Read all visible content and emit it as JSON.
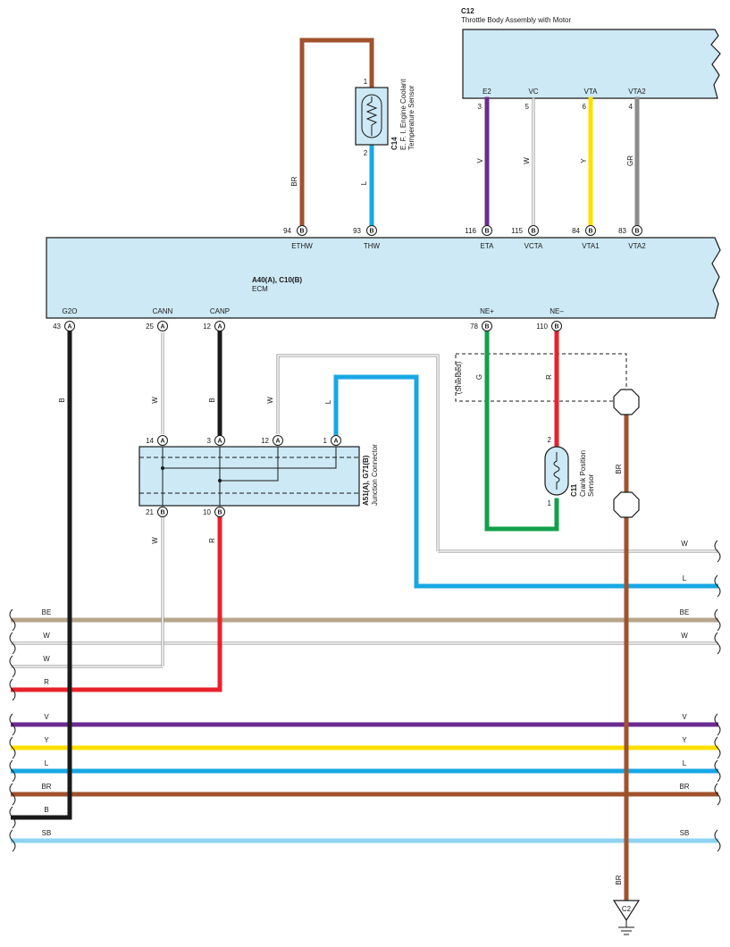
{
  "colors": {
    "BR": "#a0522d",
    "L": "#19a7e3",
    "V": "#6a2c91",
    "W": "#ffffff",
    "Y": "#ffe000",
    "GR": "#8c8c8c",
    "B": "#1a1a1a",
    "G": "#12a04b",
    "R": "#e8222b",
    "BE": "#b5a68c",
    "SB": "#8fd3f2",
    "box": "#cce9f5"
  },
  "c12": {
    "code": "C12",
    "name": "Throttle Body Assembly with Motor",
    "terms": [
      "E2",
      "VC",
      "VTA",
      "VTA2"
    ],
    "pins": [
      "3",
      "5",
      "6",
      "4"
    ],
    "wires": [
      "V",
      "W",
      "Y",
      "GR"
    ]
  },
  "c14": {
    "code": "C14",
    "name1": "E. F. I.  Engine Coolant",
    "name2": "Temperature Sensor",
    "pin_top": "1",
    "pin_bottom": "2",
    "wire_top": "BR",
    "wire_bottom": "L"
  },
  "ecm": {
    "code": "A40(A), C10(B)",
    "name": "ECM",
    "top_pins": [
      {
        "num": "94",
        "conn": "B",
        "label": "ETHW"
      },
      {
        "num": "93",
        "conn": "B",
        "label": "THW"
      },
      {
        "num": "116",
        "conn": "B",
        "label": "ETA"
      },
      {
        "num": "115",
        "conn": "B",
        "label": "VCTA"
      },
      {
        "num": "84",
        "conn": "B",
        "label": "VTA1"
      },
      {
        "num": "83",
        "conn": "B",
        "label": "VTA2"
      }
    ],
    "bottom_pins": [
      {
        "num": "43",
        "conn": "A",
        "label": "G2O"
      },
      {
        "num": "25",
        "conn": "A",
        "label": "CANN"
      },
      {
        "num": "12",
        "conn": "A",
        "label": "CANP"
      },
      {
        "num": "78",
        "conn": "B",
        "label": "NE+"
      },
      {
        "num": "110",
        "conn": "B",
        "label": "NE–"
      }
    ]
  },
  "junction": {
    "code": "A51(A), G71(B)",
    "name": "Junction Connector",
    "top_pins": [
      {
        "num": "14",
        "conn": "A"
      },
      {
        "num": "3",
        "conn": "A"
      },
      {
        "num": "12",
        "conn": "A"
      },
      {
        "num": "1",
        "conn": "A"
      }
    ],
    "bottom_pins": [
      {
        "num": "21",
        "conn": "B"
      },
      {
        "num": "10",
        "conn": "B"
      }
    ]
  },
  "c11": {
    "code": "C11",
    "name1": "Crank Position",
    "name2": "Sensor",
    "pin_top": "2",
    "pin_bottom": "1"
  },
  "shielded": "(Shielded)",
  "ground": "C2",
  "wire_labels": {
    "g2o": "B",
    "cann": "W",
    "canp": "B",
    "jc12": "W",
    "jc1": "L",
    "ne_plus": "G",
    "ne_minus": "R",
    "jc21": "W",
    "jc10": "R",
    "shield_drain": "BR",
    "ground_wire": "BR"
  },
  "buses": [
    {
      "label": "W"
    },
    {
      "label": "L"
    },
    {
      "label": "BE"
    },
    {
      "label": "W"
    },
    {
      "label": "W"
    },
    {
      "label": "R"
    },
    {
      "label": "V"
    },
    {
      "label": "Y"
    },
    {
      "label": "L"
    },
    {
      "label": "BR"
    },
    {
      "label": "B"
    },
    {
      "label": "SB"
    }
  ]
}
